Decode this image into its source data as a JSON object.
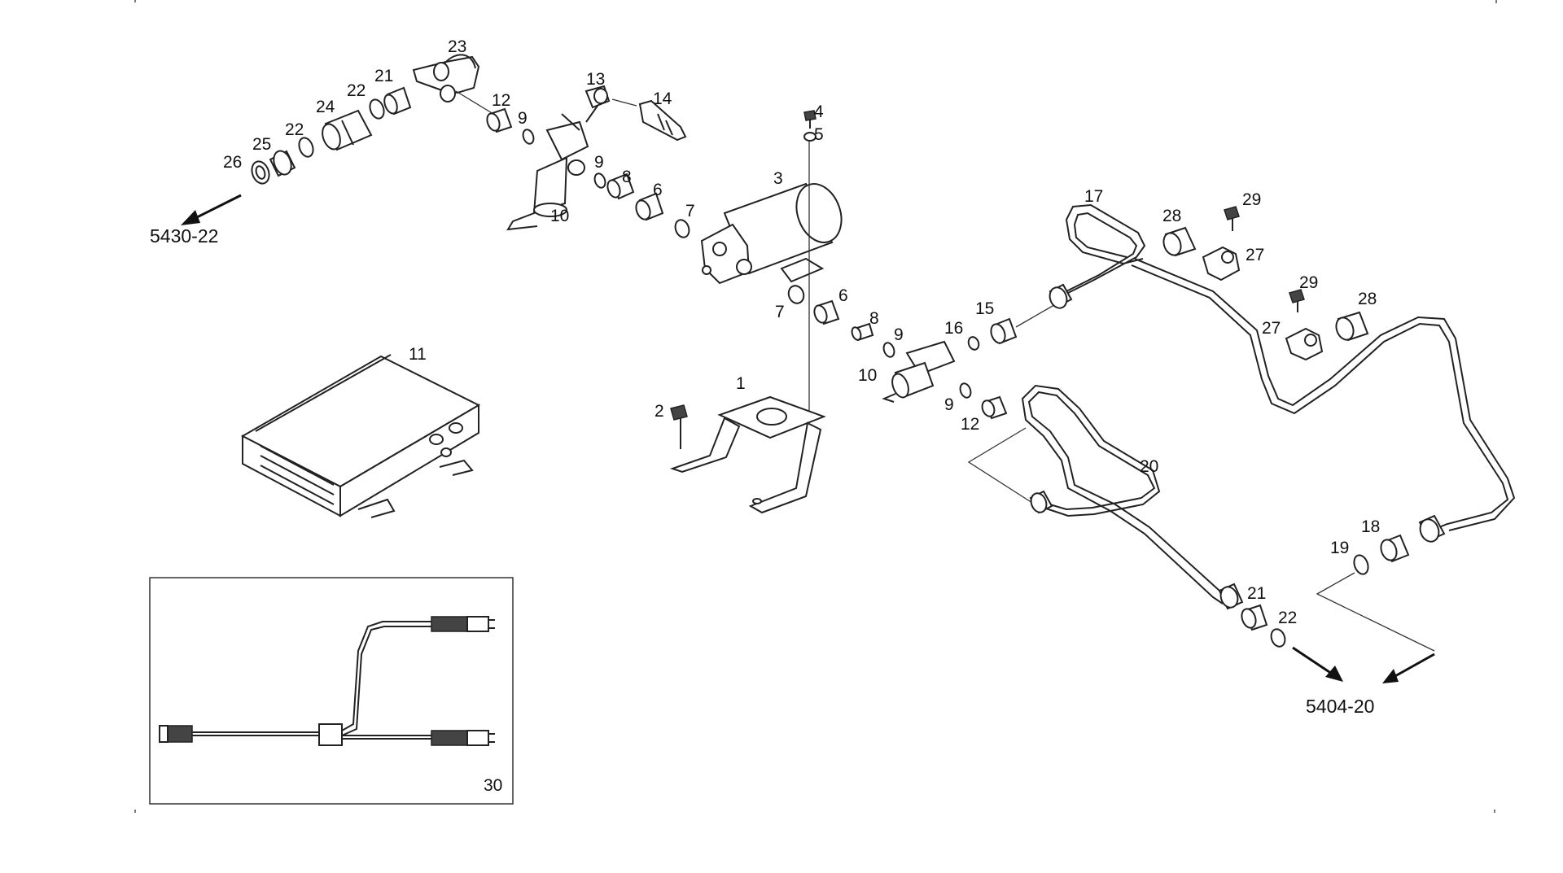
{
  "diagram": {
    "references": {
      "left": "5430-22",
      "right": "5404-20"
    },
    "callouts": {
      "c1": "1",
      "c2": "2",
      "c3": "3",
      "c4": "4",
      "c5": "5",
      "c6a": "6",
      "c6b": "6",
      "c7a": "7",
      "c7b": "7",
      "c8a": "8",
      "c8b": "8",
      "c9a": "9",
      "c9b": "9",
      "c9c": "9",
      "c9d": "9",
      "c10a": "10",
      "c10b": "10",
      "c11": "11",
      "c12a": "12",
      "c12b": "12",
      "c13": "13",
      "c14": "14",
      "c15": "15",
      "c16": "16",
      "c17": "17",
      "c18": "18",
      "c19": "19",
      "c20": "20",
      "c21a": "21",
      "c21b": "21",
      "c22a": "22",
      "c22b": "22",
      "c22c": "22",
      "c23": "23",
      "c24": "24",
      "c25": "25",
      "c26": "26",
      "c27a": "27",
      "c27b": "27",
      "c28a": "28",
      "c28b": "28",
      "c29a": "29",
      "c29b": "29",
      "c30": "30"
    }
  }
}
